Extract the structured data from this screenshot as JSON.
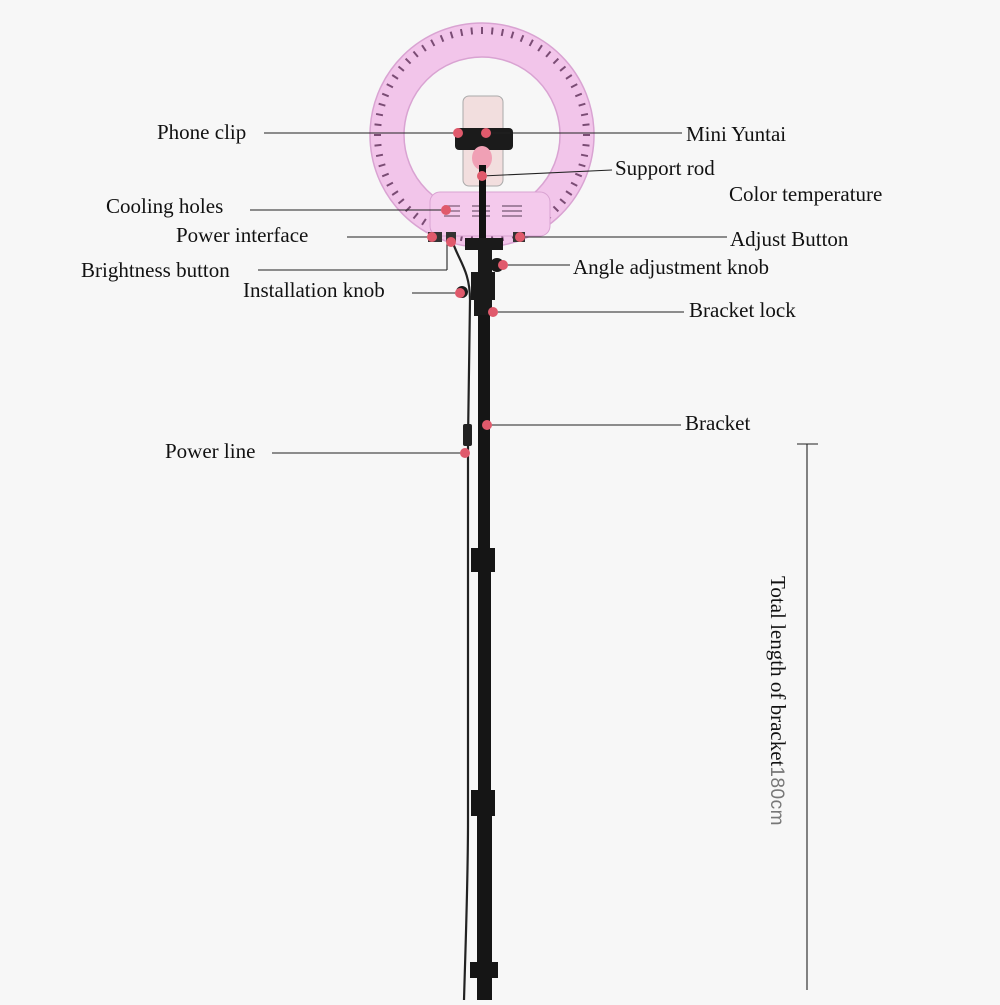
{
  "colors": {
    "ring": "#f2c5ea",
    "ring_edge": "#c983c1",
    "dot": "#e05a6c",
    "line": "#222222",
    "pole": "#151515",
    "background": "#f7f7f7"
  },
  "labels": {
    "phone_clip": "Phone clip",
    "mini_yuntai": "Mini Yuntai",
    "support_rod": "Support rod",
    "color_temperature": "Color temperature",
    "cooling_holes": "Cooling holes",
    "power_interface": "Power interface",
    "adjust_button": "Adjust Button",
    "brightness_button": "Brightness button",
    "angle_adjustment_knob": "Angle adjustment knob",
    "installation_knob": "Installation knob",
    "bracket_lock": "Bracket lock",
    "bracket": "Bracket",
    "power_line": "Power line"
  },
  "dimension": {
    "text": "Total length of bracket",
    "value": "180cm"
  }
}
